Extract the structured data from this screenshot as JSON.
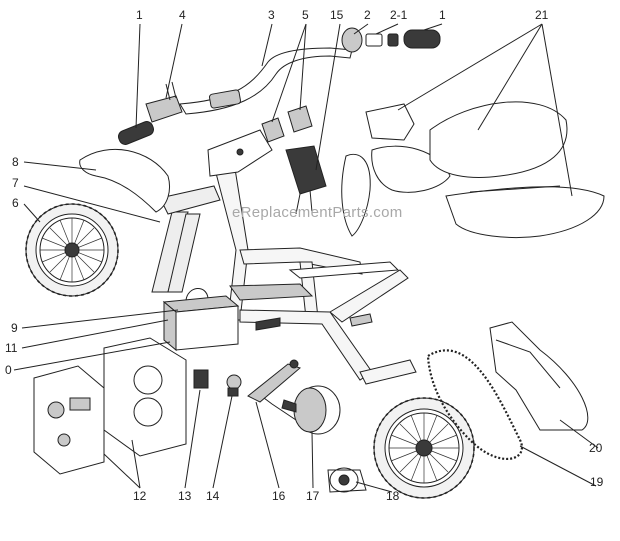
{
  "watermark": "eReplacementParts.com",
  "callouts": [
    {
      "id": "1-left",
      "label": "1"
    },
    {
      "id": "4",
      "label": "4"
    },
    {
      "id": "3",
      "label": "3"
    },
    {
      "id": "5",
      "label": "5"
    },
    {
      "id": "15",
      "label": "15"
    },
    {
      "id": "2",
      "label": "2"
    },
    {
      "id": "2-1",
      "label": "2-1"
    },
    {
      "id": "1-right",
      "label": "1"
    },
    {
      "id": "21",
      "label": "21"
    },
    {
      "id": "8",
      "label": "8"
    },
    {
      "id": "7",
      "label": "7"
    },
    {
      "id": "6",
      "label": "6"
    },
    {
      "id": "9",
      "label": "9"
    },
    {
      "id": "11",
      "label": "11"
    },
    {
      "id": "10",
      "label": "0"
    },
    {
      "id": "12",
      "label": "12"
    },
    {
      "id": "13",
      "label": "13"
    },
    {
      "id": "14",
      "label": "14"
    },
    {
      "id": "16",
      "label": "16"
    },
    {
      "id": "17",
      "label": "17"
    },
    {
      "id": "18",
      "label": "18"
    },
    {
      "id": "19",
      "label": "19"
    },
    {
      "id": "20",
      "label": "20"
    }
  ]
}
